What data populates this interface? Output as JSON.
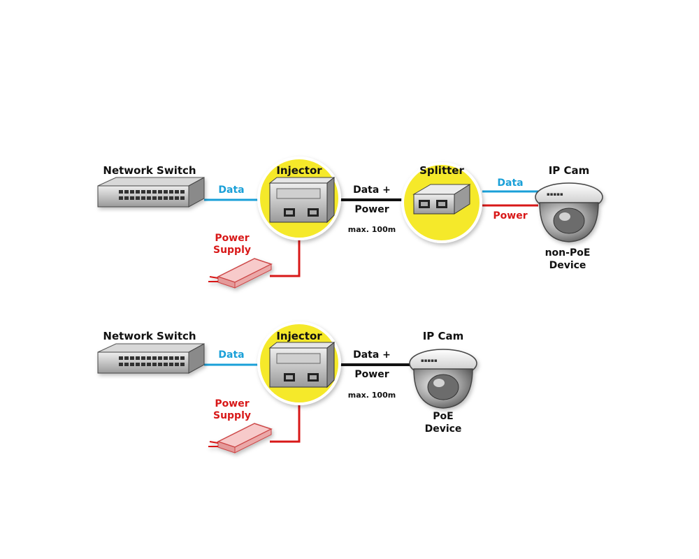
{
  "colors": {
    "data_line": "#1aa0d8",
    "power_line": "#d81818",
    "poe_line": "#111111",
    "highlight_circle": "#f5e92a"
  },
  "top_diagram": {
    "switch_label": "Network Switch",
    "injector_label": "Injector",
    "splitter_label": "Splitter",
    "camera_label": "IP Cam",
    "data_label_1": "Data",
    "poe_label_line1": "Data +",
    "poe_label_line2": "Power",
    "distance_label": "max. 100m",
    "data_label_2": "Data",
    "power_label": "Power",
    "supply_label_line1": "Power",
    "supply_label_line2": "Supply",
    "device_label_line1": "non-PoE",
    "device_label_line2": "Device"
  },
  "bottom_diagram": {
    "switch_label": "Network Switch",
    "injector_label": "Injector",
    "camera_label": "IP Cam",
    "data_label_1": "Data",
    "poe_label_line1": "Data +",
    "poe_label_line2": "Power",
    "distance_label": "max. 100m",
    "supply_label_line1": "Power",
    "supply_label_line2": "Supply",
    "device_label_line1": "PoE",
    "device_label_line2": "Device"
  }
}
